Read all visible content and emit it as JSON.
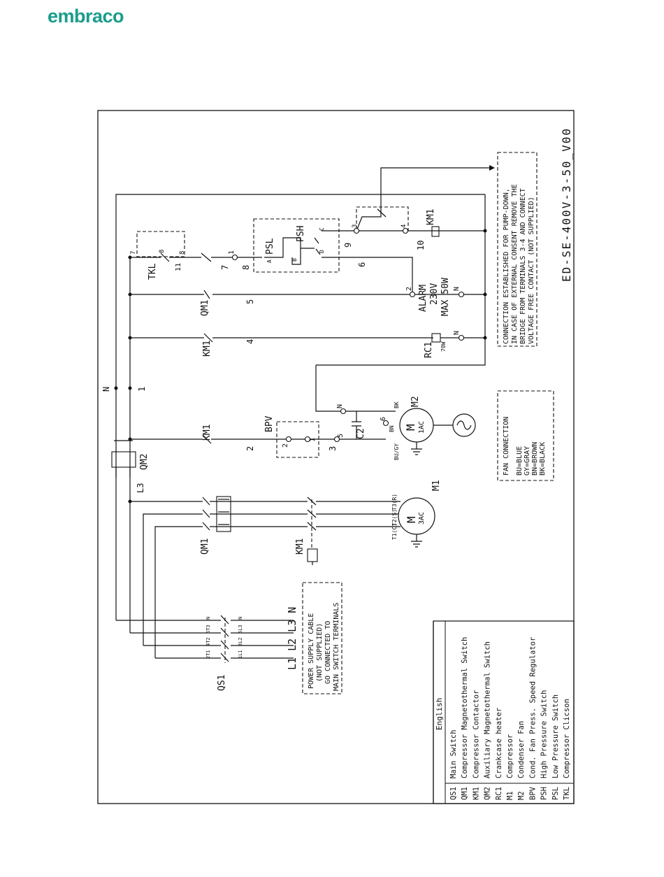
{
  "brand": {
    "name": "embraco",
    "color": "#1b9c8c"
  },
  "drawing_code": "ED-SE-400V-3-50_V00",
  "note_pump_down": [
    "CONNECTION ESTABLISHED FOR PUMP-DOWN,",
    "IN CASE OF EXTERNAL CONSENT REMOVE THE",
    "BRIDGE FROM TERMINALS 3-4 AND CONNECT",
    "VOLTAGE FREE CONTACT (NOT SUPPLIED)"
  ],
  "note_power": [
    "POWER SUPPLY CABLE",
    "(NOT SUPPLIED)",
    "GO CONNECTED TO",
    "MAIN SWITCH TERMINALS"
  ],
  "fan_connection": {
    "title": "FAN CONNECTION",
    "lines": [
      "BU=BLUE",
      "GY=GRAY",
      "BN=BROWN",
      "BK=BLACK"
    ]
  },
  "legend": {
    "header": "English",
    "items": [
      {
        "code": "QS1",
        "desc": "Main Switch"
      },
      {
        "code": "QM1",
        "desc": "Compressor Magnetothermal Switch"
      },
      {
        "code": "KM1",
        "desc": "Compressor Contactor"
      },
      {
        "code": "QM2",
        "desc": "Auxiliary Magnetothermal Switch"
      },
      {
        "code": "RC1",
        "desc": "Crankcase heater"
      },
      {
        "code": "M1",
        "desc": "Compressor"
      },
      {
        "code": "M2",
        "desc": "Condenser Fan"
      },
      {
        "code": "BPV",
        "desc": "Cond. Fan Press. Speed Regulator"
      },
      {
        "code": "PSH",
        "desc": "High Pressure Switch"
      },
      {
        "code": "PSL",
        "desc": "Low Pressure Switch"
      },
      {
        "code": "TKL",
        "desc": "Compressor Clicson"
      }
    ]
  },
  "labels": {
    "qs1": "QS1",
    "qm1_main": "QM1",
    "qm2": "QM2",
    "l3": "L3",
    "km1_coil": "KM1",
    "m1": "M1",
    "m1_m": "M",
    "m1_type": "3AC",
    "t1": "T1(C)",
    "t2": "T2(S)",
    "t3": "T3(R)",
    "lines_l": "L1 L2 L3 N",
    "n_top": "N",
    "wire_1": "1",
    "km1_a": "KM1",
    "wire_2": "2",
    "bpv": "BPV",
    "wire_3": "3",
    "c2": "C2",
    "m2": "M2",
    "m2_m": "M",
    "m2_type": "1AC",
    "bk": "BK",
    "bn": "BN",
    "bugy": "BU/GY",
    "t_n1": "N",
    "t_5": "5",
    "t_6": "6",
    "bpv_2": "2",
    "bpv_1": "1",
    "km1_b": "KM1",
    "wire_4": "4",
    "rc1": "RC1",
    "rc1_w": "70W",
    "t_n2": "N",
    "qm1_aux": "QM1",
    "wire_5": "5",
    "alarm": "ALARM",
    "alarm_v": "230V",
    "alarm_w": "MAX 50W",
    "t_2": "2",
    "t_n3": "N",
    "tkl": "TKL",
    "tkl_7": "7",
    "tkl_11": "11",
    "tkl_8a": "8",
    "tkl_8b": "8",
    "t_1": "1",
    "wire_7": "7",
    "wire_8": "8",
    "psl": "PSL",
    "psh": "PSH",
    "psw_a": "A",
    "psw_b": "B",
    "psw_c": "C",
    "psw_d": "D",
    "wire_6": "6",
    "wire_9": "9",
    "wire_10": "10",
    "t_3": "3",
    "t_4": "4",
    "km1_c": "KM1",
    "qs_2t1": "2T1",
    "qs_4t2": "4T2",
    "qs_6t3": "6T3",
    "qs_n": "N",
    "qs_1l1": "1L1",
    "qs_3l2": "3L2",
    "qs_5l3": "5L3",
    "qs_n2": "N"
  }
}
